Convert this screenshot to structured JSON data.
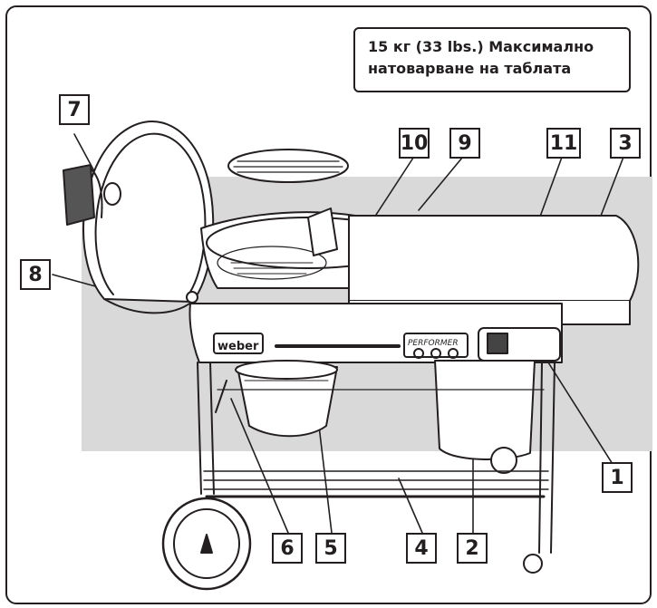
{
  "note": {
    "line1": "15 кг (33 lbs.) Максимално",
    "line2": "натоварване на таблата"
  },
  "callouts": [
    "1",
    "2",
    "3",
    "4",
    "5",
    "6",
    "7",
    "8",
    "9",
    "10",
    "11"
  ],
  "grill_labels": {
    "brand": "weber",
    "badge": "PERFORMER"
  }
}
